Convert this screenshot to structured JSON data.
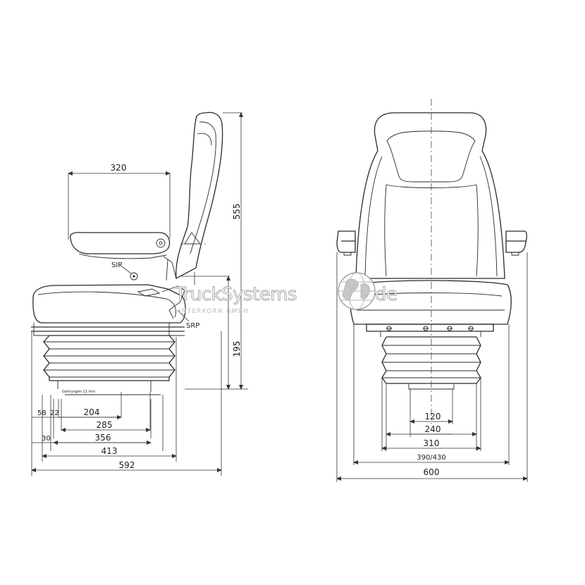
{
  "side_view": {
    "dimensions": {
      "armrest_length": "320",
      "seat_height_total": "555",
      "base_height": "195",
      "d58": "58",
      "d22": "22",
      "d204": "204",
      "d285": "285",
      "d30": "30",
      "d356": "356",
      "d413": "413",
      "overall_depth": "592"
    },
    "labels": {
      "sip": "SIP",
      "srp": "SRP",
      "travel_note": "Gehrungen 11 mm"
    }
  },
  "front_view": {
    "dimensions": {
      "d120": "120",
      "d240": "240",
      "d310": "310",
      "d390_430": "390/430",
      "overall_width": "600"
    }
  },
  "watermark": {
    "brand": "TruckSystems",
    "brand_suffix": "de",
    "company": "INTERKORN GMBH"
  }
}
